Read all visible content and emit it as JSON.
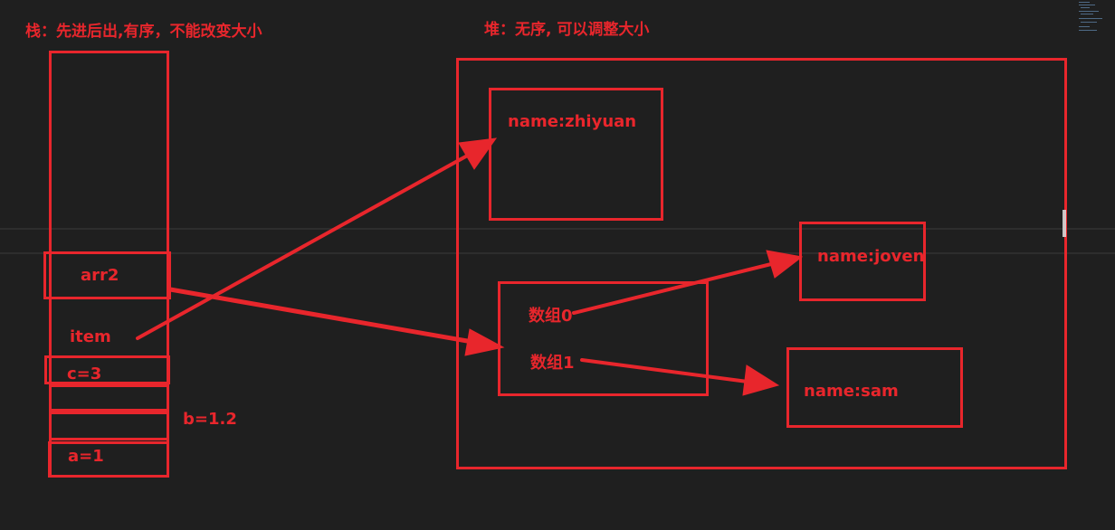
{
  "stack": {
    "title": "栈：先进后出,有序，不能改变大小",
    "slots": {
      "arr2": "arr2",
      "item": "item",
      "c": "c=3",
      "b": "b=1.2",
      "a": "a=1"
    }
  },
  "heap": {
    "title": "堆：无序, 可以调整大小",
    "objects": {
      "zhiyuan": "name:zhiyuan",
      "joven": "name:joven",
      "sam": "name:sam"
    },
    "array": {
      "item0": "数组0",
      "item1": "数组1"
    }
  },
  "colors": {
    "accent": "#e8262c",
    "background": "#1f1f1f"
  }
}
